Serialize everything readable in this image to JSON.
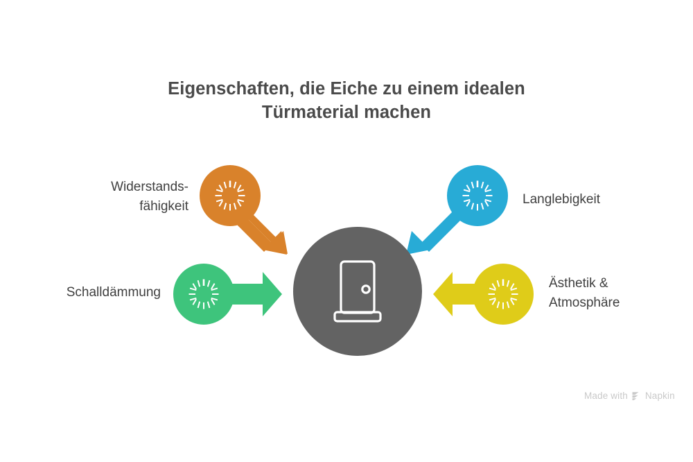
{
  "title": {
    "line1": "Eigenschaften, die Eiche zu einem idealen",
    "line2": "Türmaterial machen",
    "full": "Eigenschaften, die Eiche zu einem idealen Türmaterial machen"
  },
  "center": {
    "icon": "door-icon",
    "color": "#636363"
  },
  "nodes": [
    {
      "id": "resistance",
      "label": "Widerstands-\nfähigkeit",
      "color": "#d9822b",
      "icon": "sunburst-icon",
      "arrow": "arrow-down-right",
      "position": "top-left"
    },
    {
      "id": "durability",
      "label": "Langlebigkeit",
      "color": "#28abd6",
      "icon": "sunburst-icon",
      "arrow": "arrow-down-left",
      "position": "top-right"
    },
    {
      "id": "sound-insulation",
      "label": "Schalldämmung",
      "color": "#3ec47c",
      "icon": "sunburst-icon",
      "arrow": "arrow-right",
      "position": "bottom-left"
    },
    {
      "id": "aesthetics",
      "label": "Ästhetik &\nAtmosphäre",
      "color": "#dfcc19",
      "icon": "sunburst-icon",
      "arrow": "arrow-left",
      "position": "bottom-right"
    }
  ],
  "watermark": {
    "prefix": "Made with",
    "brand": "Napkin",
    "color": "#c9c9c9"
  },
  "background": "#ffffff"
}
